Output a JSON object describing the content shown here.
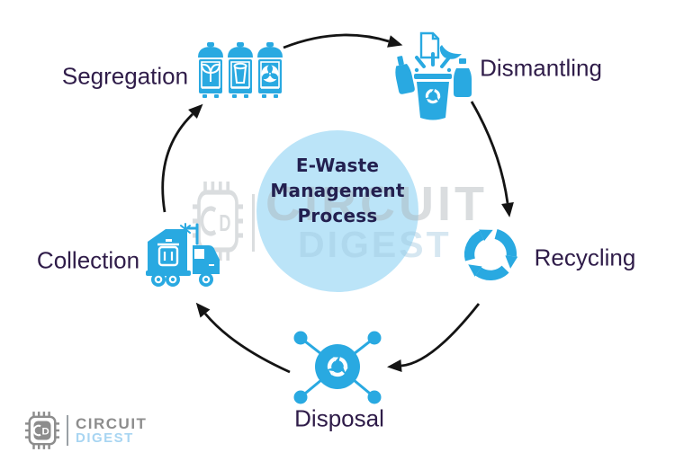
{
  "diagram_title": {
    "line1": "E-Waste",
    "line2": "Management",
    "line3": "Process"
  },
  "stages": [
    {
      "label": "Segregation",
      "icon": "segregation-bins-icon"
    },
    {
      "label": "Dismantling",
      "icon": "dismantling-bin-icon"
    },
    {
      "label": "Recycling",
      "icon": "recycling-arrows-icon"
    },
    {
      "label": "Disposal",
      "icon": "disposal-network-icon"
    },
    {
      "label": "Collection",
      "icon": "collection-truck-icon"
    }
  ],
  "watermark": {
    "line1": "CIRCUIT",
    "line2": "DIGEST",
    "chip_letter": "D"
  },
  "logo": {
    "line1": "CIRCUIT",
    "line2": "DIGEST",
    "chip_letter": "D"
  },
  "colors": {
    "icon_blue": "#29A9E1",
    "circle_fill": "#BBE4F8",
    "title_navy": "#232050",
    "label_purple": "#2F1C49",
    "arrow_black": "#141414",
    "logo_gray": "#8D8D8D",
    "logo_light_blue": "#A8D5F2"
  }
}
